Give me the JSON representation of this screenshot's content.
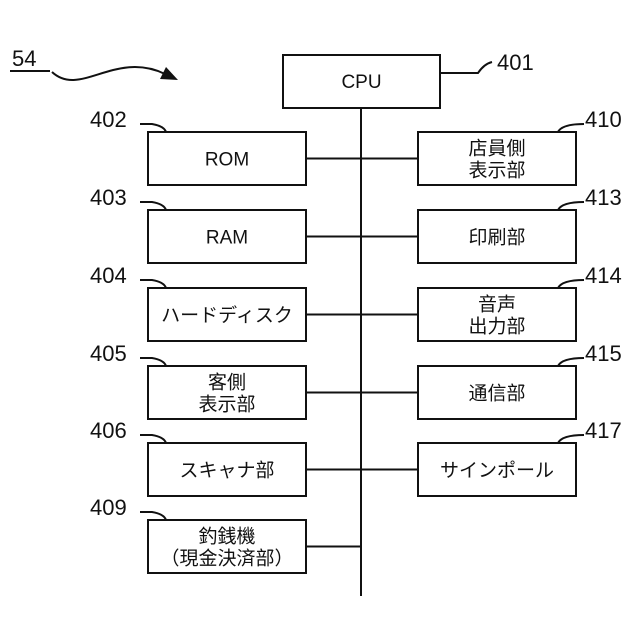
{
  "figure_label": "54",
  "cpu": {
    "ref": "401",
    "label": "CPU"
  },
  "left_boxes": [
    {
      "ref": "402",
      "lines": [
        "ROM"
      ]
    },
    {
      "ref": "403",
      "lines": [
        "RAM"
      ]
    },
    {
      "ref": "404",
      "lines": [
        "ハードディスク"
      ]
    },
    {
      "ref": "405",
      "lines": [
        "客側",
        "表示部"
      ]
    },
    {
      "ref": "406",
      "lines": [
        "スキャナ部"
      ]
    },
    {
      "ref": "409",
      "lines": [
        "釣銭機",
        "（現金決済部）"
      ]
    }
  ],
  "right_boxes": [
    {
      "ref": "410",
      "lines": [
        "店員側",
        "表示部"
      ]
    },
    {
      "ref": "413",
      "lines": [
        "印刷部"
      ]
    },
    {
      "ref": "414",
      "lines": [
        "音声",
        "出力部"
      ]
    },
    {
      "ref": "415",
      "lines": [
        "通信部"
      ]
    },
    {
      "ref": "417",
      "lines": [
        "サインポール"
      ]
    }
  ]
}
